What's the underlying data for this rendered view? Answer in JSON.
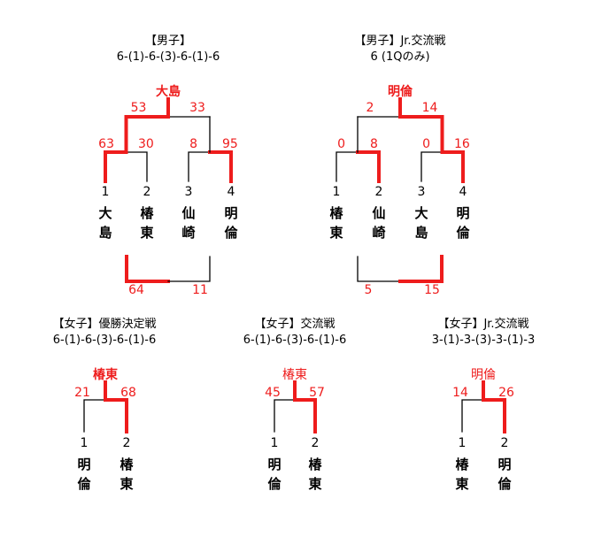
{
  "colors": {
    "winner": "#ee1c1c",
    "line": "#000000",
    "text": "#000000"
  },
  "brackets": [
    {
      "title": "【男子】",
      "subtitle": "6-(1)-6-(3)-6-(1)-6",
      "champion": "大島",
      "semi_scores": [
        "53",
        "33"
      ],
      "first_scores": [
        "63",
        "30",
        "8",
        "95"
      ],
      "seeds": [
        "1",
        "2",
        "3",
        "4"
      ],
      "teams": [
        [
          "大",
          "島"
        ],
        [
          "椿",
          "東"
        ],
        [
          "仙",
          "崎"
        ],
        [
          "明",
          "倫"
        ]
      ],
      "third_place_scores": [
        "64",
        "11"
      ]
    },
    {
      "title": "【男子】Jr.交流戦",
      "subtitle": "6 (1Qのみ)",
      "champion": "明倫",
      "semi_scores": [
        "2",
        "14"
      ],
      "first_scores": [
        "0",
        "8",
        "0",
        "16"
      ],
      "seeds": [
        "1",
        "2",
        "3",
        "4"
      ],
      "teams": [
        [
          "椿",
          "東"
        ],
        [
          "仙",
          "崎"
        ],
        [
          "大",
          "島"
        ],
        [
          "明",
          "倫"
        ]
      ],
      "third_place_scores": [
        "5",
        "15"
      ]
    },
    {
      "title": "【女子】優勝決定戦",
      "subtitle": "6-(1)-6-(3)-6-(1)-6",
      "champion": "椿東",
      "scores": [
        "21",
        "68"
      ],
      "seeds": [
        "1",
        "2"
      ],
      "teams": [
        [
          "明",
          "倫"
        ],
        [
          "椿",
          "東"
        ]
      ]
    },
    {
      "title": "【女子】交流戦",
      "subtitle": "6-(1)-6-(3)-6-(1)-6",
      "champion": "椿東",
      "scores": [
        "45",
        "57"
      ],
      "seeds": [
        "1",
        "2"
      ],
      "teams": [
        [
          "明",
          "倫"
        ],
        [
          "椿",
          "東"
        ]
      ]
    },
    {
      "title": "【女子】Jr.交流戦",
      "subtitle": "3-(1)-3-(3)-3-(1)-3",
      "champion": "明倫",
      "scores": [
        "14",
        "26"
      ],
      "seeds": [
        "1",
        "2"
      ],
      "teams": [
        [
          "椿",
          "東"
        ],
        [
          "明",
          "倫"
        ]
      ]
    }
  ]
}
